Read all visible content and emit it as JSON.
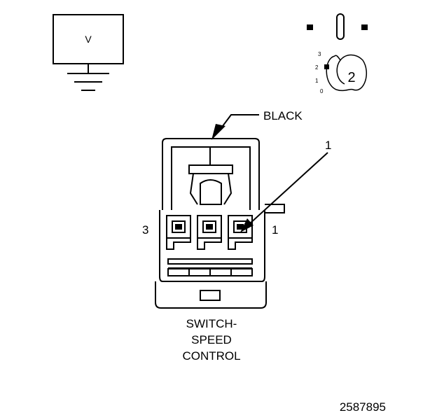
{
  "voltmeter": {
    "symbol": "V"
  },
  "multimeter": {
    "dial_positions": [
      "3",
      "2",
      "1",
      "0"
    ],
    "setting": "2"
  },
  "connector": {
    "color_label": "BLACK",
    "callout_number": "1",
    "pin_left_label": "3",
    "pin_right_label": "1",
    "caption_lines": [
      "SWITCH-",
      "SPEED",
      "CONTROL"
    ]
  },
  "figure_id": "2587895"
}
